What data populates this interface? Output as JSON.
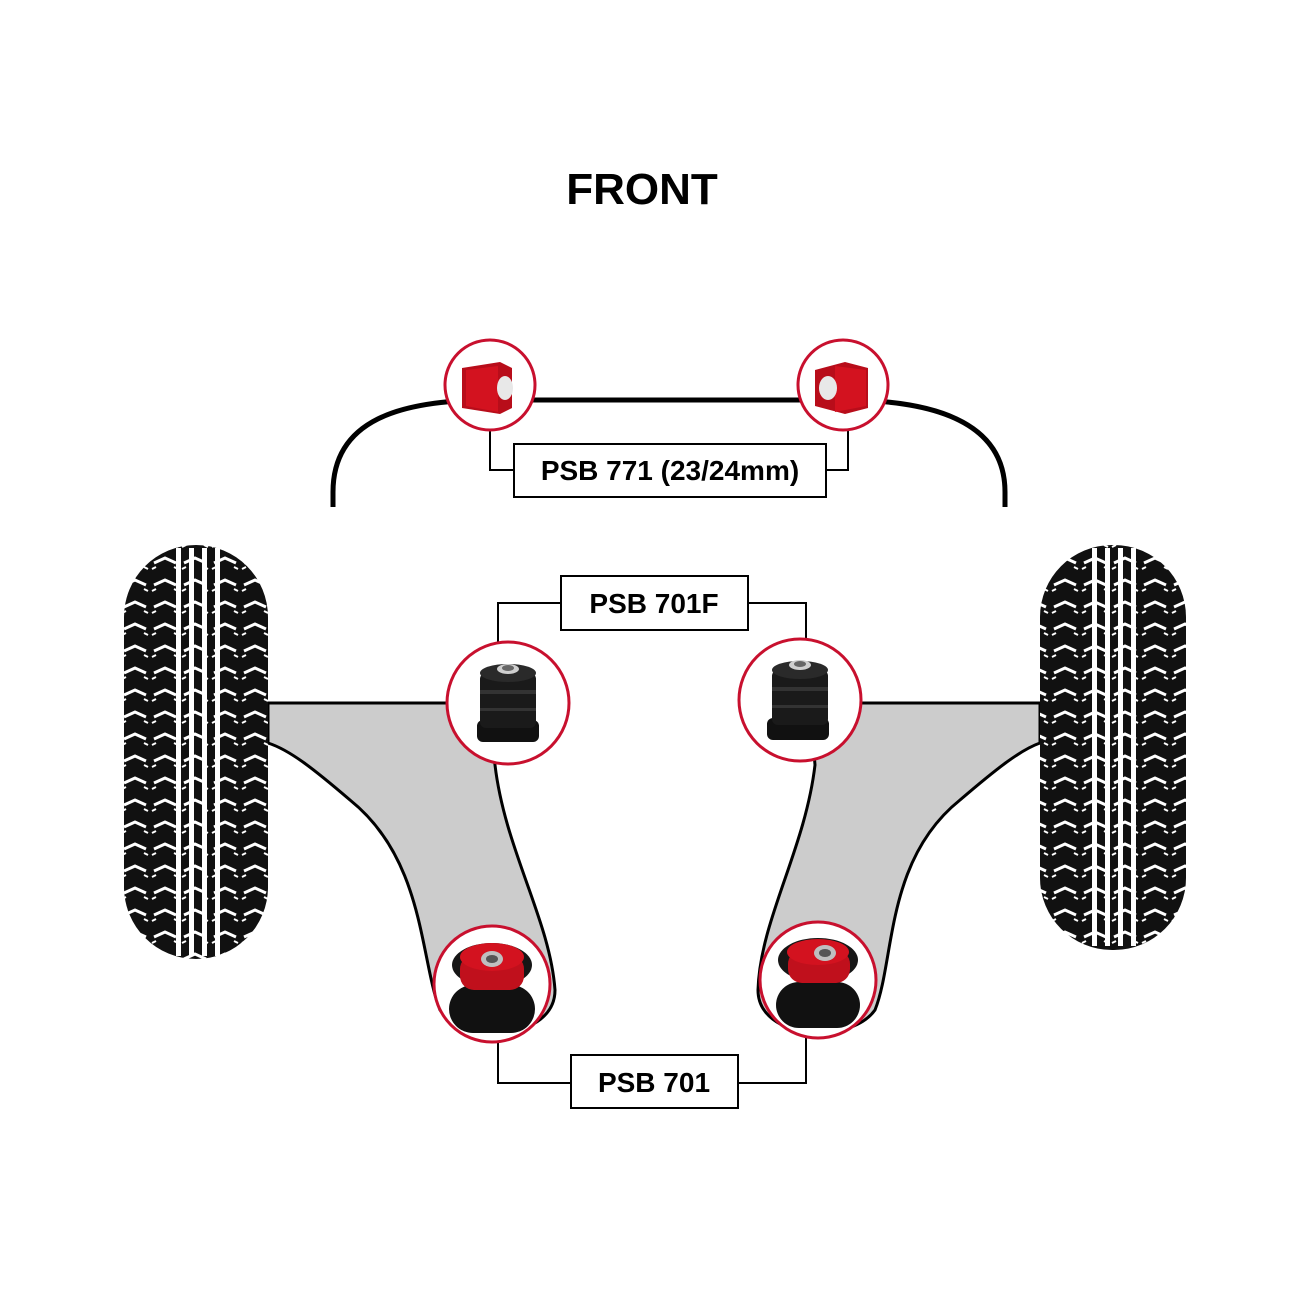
{
  "title": "FRONT",
  "labels": {
    "anti_roll_bar_bush": "PSB 771 (23/24mm)",
    "front_arm_bush": "PSB 701F",
    "rear_arm_bush": "PSB 701"
  },
  "colors": {
    "accent_red": "#c8102e",
    "polyurethane_red": "#d3121f",
    "bush_black": "#111111",
    "arm_grey": "#cccccc",
    "line_black": "#000000",
    "background": "#ffffff"
  },
  "icons": {
    "wheel": "tyre-tread",
    "roll_bar_bush": "d-shaped-anti-roll-bar-bush",
    "front_bush": "black-cylindrical-bush",
    "rear_bush": "black-red-round-bush"
  }
}
